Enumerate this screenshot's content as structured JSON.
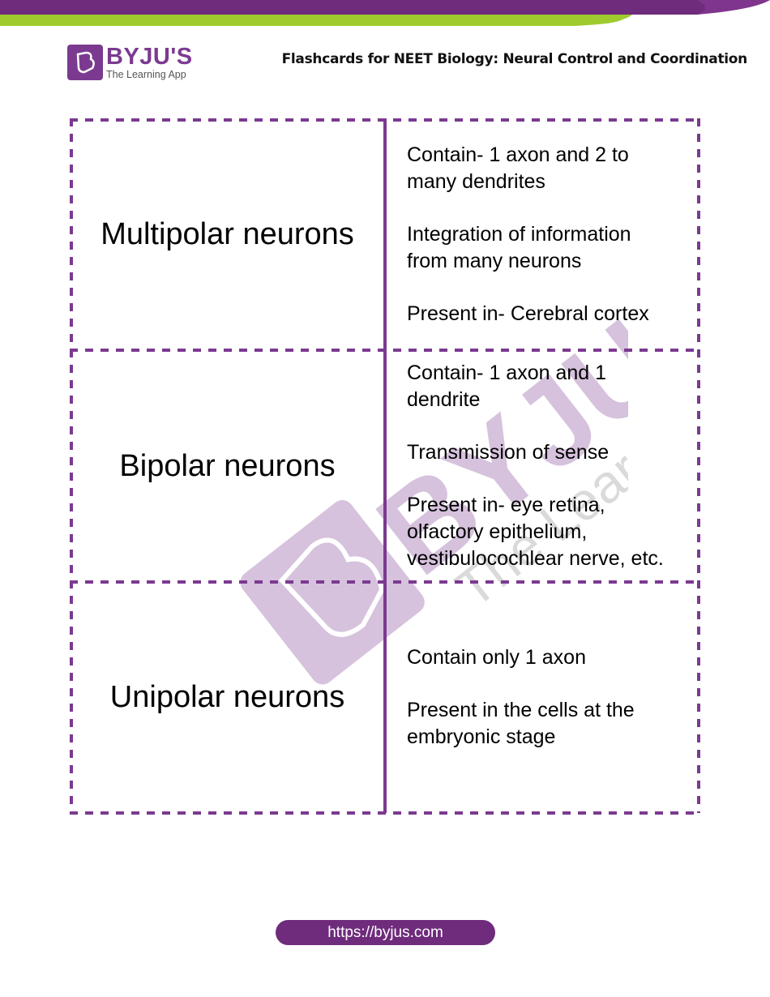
{
  "header": {
    "logo": {
      "brand": "BYJU'S",
      "tagline": "The Learning App",
      "icon": "byjus-b-logo-icon"
    },
    "title": "Flashcards for NEET Biology: Neural Control and Coordination"
  },
  "colors": {
    "purple": "#6f2b7c",
    "accent_purple": "#7b3a90",
    "green": "#9fcb2f"
  },
  "cards": [
    {
      "term": "Multipolar neurons",
      "facts": [
        "Contain- 1 axon and 2 to many dendrites",
        "Integration of information from many neurons",
        "Present in- Cerebral cortex"
      ]
    },
    {
      "term": "Bipolar neurons",
      "facts": [
        "Contain- 1 axon and 1 dendrite",
        "Transmission of sense",
        "Present in- eye retina, olfactory epithelium, vestibulocochlear nerve, etc."
      ]
    },
    {
      "term": "Unipolar neurons",
      "facts": [
        "Contain only 1 axon",
        "Present in the cells at the embryonic stage"
      ]
    }
  ],
  "watermark": {
    "brand": "BYJU'S",
    "tagline": "The Learning App"
  },
  "footer": {
    "url": "https://byjus.com"
  }
}
